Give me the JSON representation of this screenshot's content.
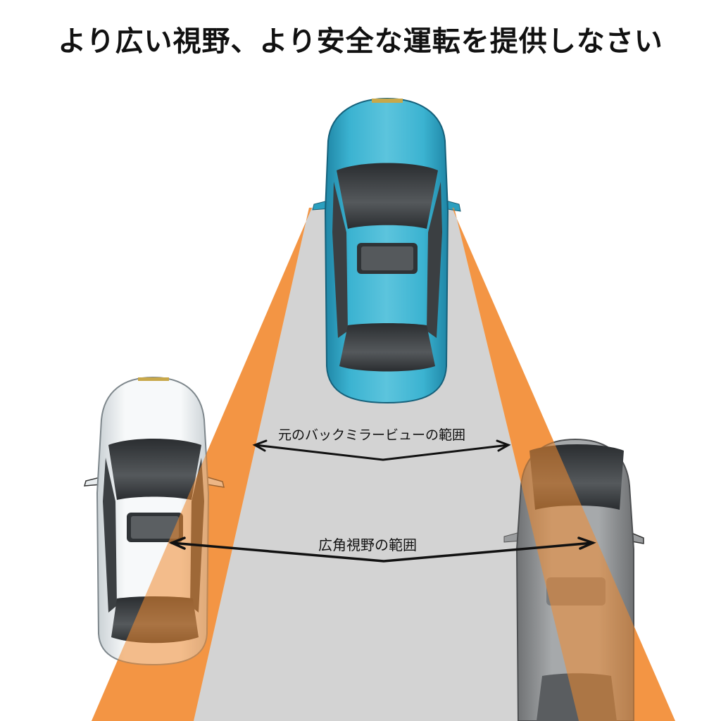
{
  "title": "より広い視野、より安全な運転を提供しなさい",
  "labels": {
    "original_mirror_range": "元のバックミラービューの範囲",
    "wide_angle_range": "広角視野の範囲"
  },
  "colors": {
    "background": "#ffffff",
    "road_gray": "#d3d3d3",
    "cone_orange": "#f5a35d",
    "car_teal": "#33a9c7",
    "car_white": "#f2f4f5",
    "car_gray": "#8a8c8e",
    "glass_dark": "#3a3d40",
    "arrow": "#111111"
  },
  "cars": [
    {
      "name": "main-car",
      "color": "teal",
      "position": "center-top"
    },
    {
      "name": "left-car",
      "color": "white",
      "position": "left-lane"
    },
    {
      "name": "right-car",
      "color": "gray",
      "position": "right-lane"
    }
  ]
}
